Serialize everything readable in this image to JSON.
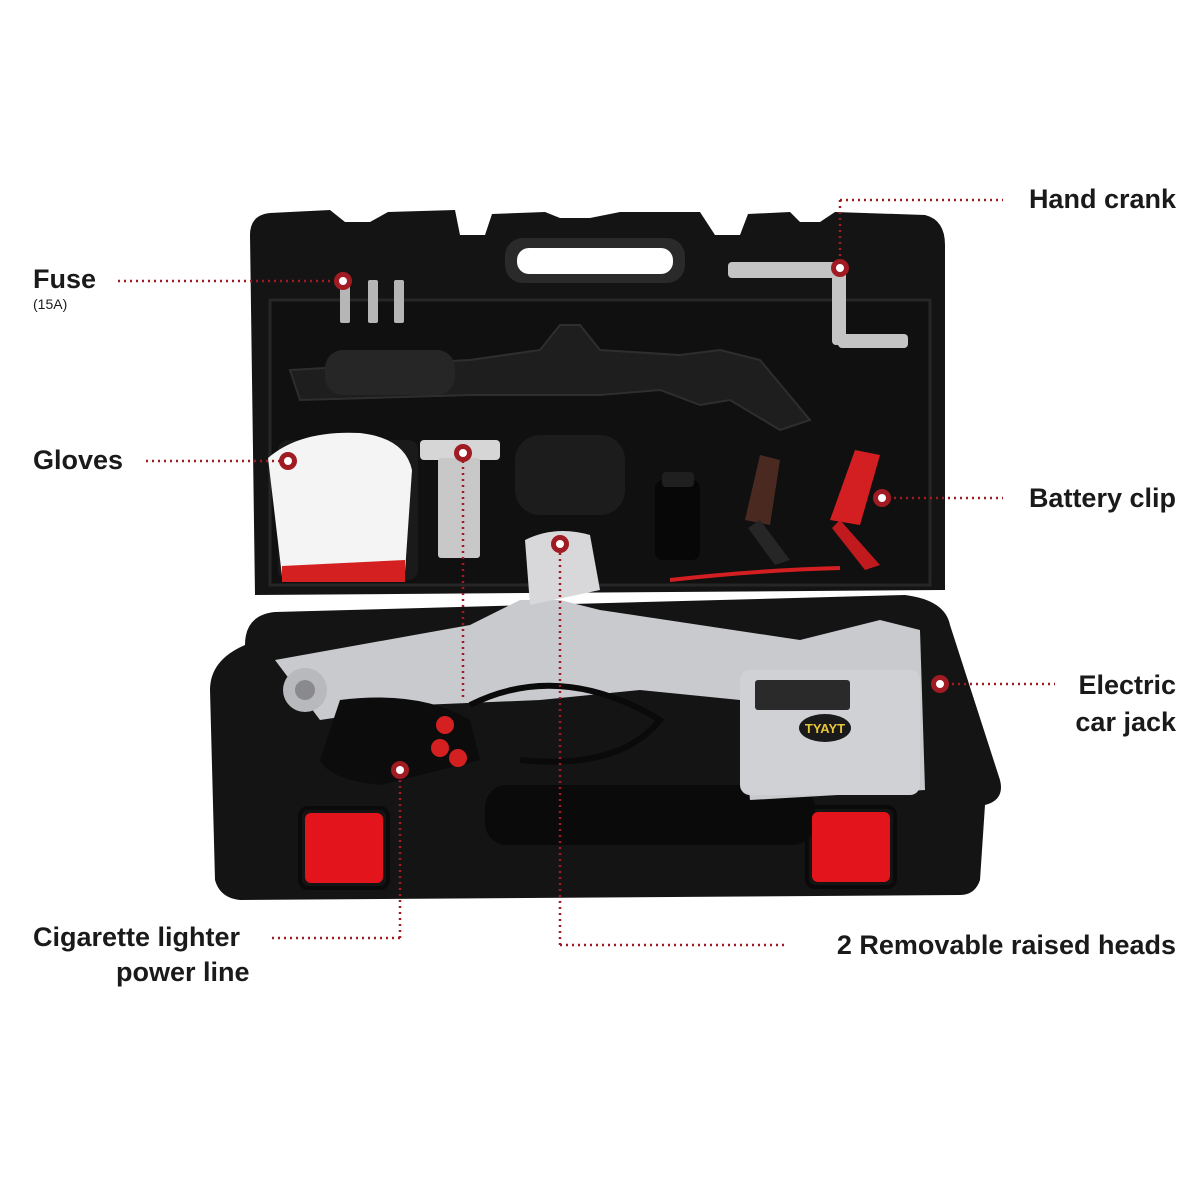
{
  "colors": {
    "case_black": "#161616",
    "case_dark": "#0b0b0b",
    "latch_red": "#e3141b",
    "leader_red": "#a01b22",
    "jack_silver": "#c9cacd",
    "text_dark": "#1a1a1a"
  },
  "callouts": {
    "fuse": {
      "title": "Fuse",
      "sub": "(15A)"
    },
    "gloves": {
      "title": "Gloves"
    },
    "hand_crank": {
      "title": "Hand crank"
    },
    "battery_clip": {
      "title": "Battery clip"
    },
    "electric_jack": {
      "line1": "Electric",
      "line2": "car jack"
    },
    "cigarette": {
      "line1": "Cigarette lighter",
      "line2": "power line"
    },
    "raised_heads": {
      "title": "2 Removable raised heads"
    }
  },
  "product": {
    "brand": "TYAYT"
  }
}
